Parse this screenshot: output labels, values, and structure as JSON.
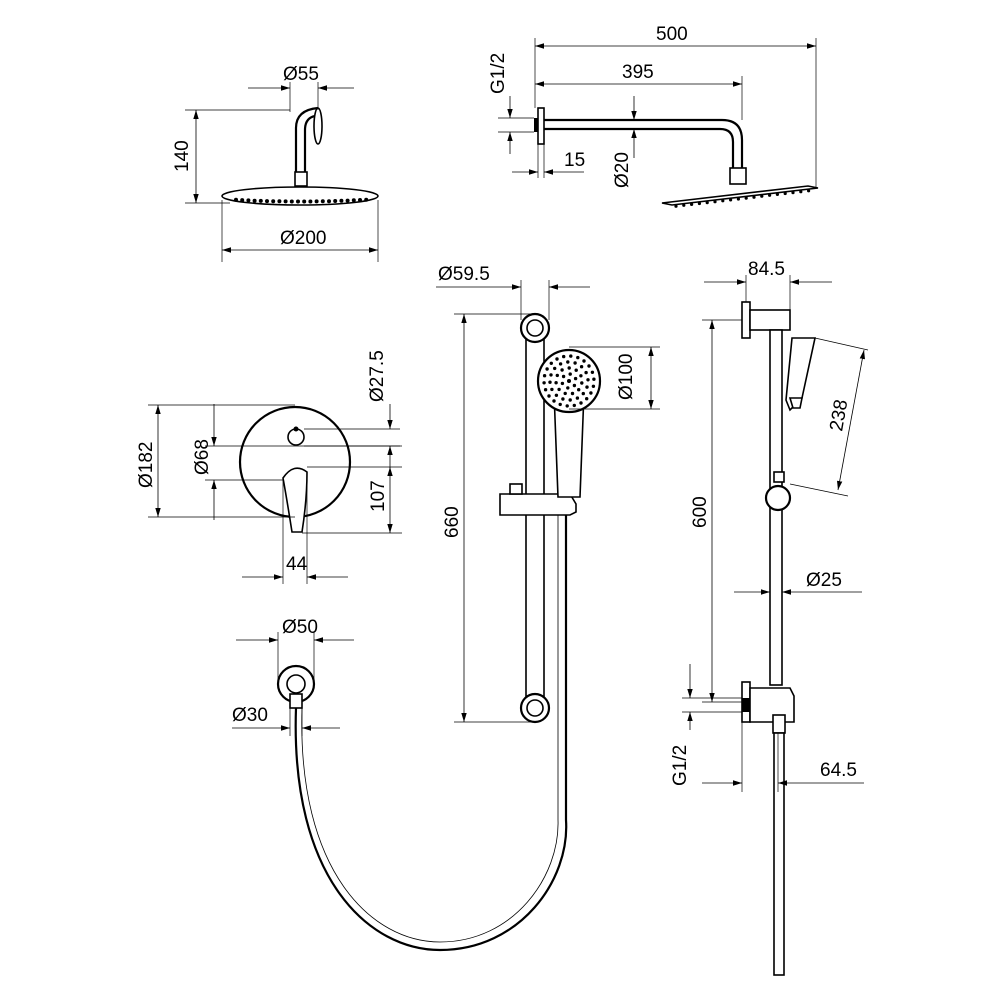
{
  "dimensions": {
    "rain_head_top_diameter": "Ø55",
    "rain_head_drop_height": "140",
    "rain_head_diameter": "Ø200",
    "arm_total_length": "500",
    "arm_reach": "395",
    "arm_thread": "G1/2",
    "arm_flange_thickness": "15",
    "arm_tube_diameter": "Ø20",
    "rail_bracket_diameter": "Ø59.5",
    "rail_height": "660",
    "hand_shower_diameter": "Ø100",
    "mixer_plate_diameter": "Ø182",
    "mixer_inner_diameter": "Ø68",
    "diverter_knob_diameter": "Ø27.5",
    "handle_height": "107",
    "handle_width": "44",
    "outlet_plate_diameter": "Ø50",
    "outlet_connector_diameter": "Ø30",
    "side_bracket_depth": "84.5",
    "side_rail_height": "600",
    "hand_shower_length": "238",
    "rail_tube_diameter": "Ø25",
    "side_thread": "G1/2",
    "side_outlet_depth": "64.5"
  },
  "colors": {
    "line": "#000000",
    "background": "#ffffff"
  }
}
